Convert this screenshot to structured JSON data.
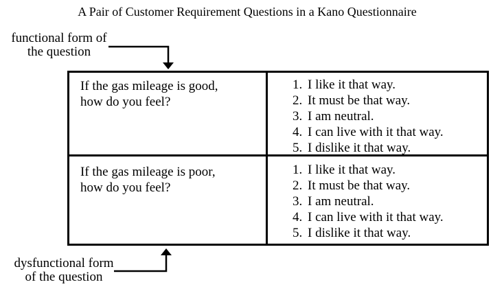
{
  "title": "A Pair of Customer Requirement Questions in a Kano Questionnaire",
  "colors": {
    "text": "#000000",
    "background": "#ffffff",
    "border": "#000000",
    "arrow": "#000000"
  },
  "functional_label": {
    "line1": "functional form of",
    "line2": "the question"
  },
  "dysfunctional_label": {
    "line1": "dysfunctional form",
    "line2": "of the question"
  },
  "table": {
    "rows": [
      {
        "form": "functional",
        "question_line1": "If the gas mileage is good,",
        "question_line2": "how do you feel?",
        "options": [
          {
            "num": "1.",
            "text": "I like it that way."
          },
          {
            "num": "2.",
            "text": "It must be that way."
          },
          {
            "num": "3.",
            "text": "I am neutral."
          },
          {
            "num": "4.",
            "text": "I can live with it that way."
          },
          {
            "num": "5.",
            "text": "I dislike it that way."
          }
        ]
      },
      {
        "form": "dysfunctional",
        "question_line1": "If the gas mileage is poor,",
        "question_line2": "how do you feel?",
        "options": [
          {
            "num": "1.",
            "text": "I like it that way."
          },
          {
            "num": "2.",
            "text": "It must be that way."
          },
          {
            "num": "3.",
            "text": "I am neutral."
          },
          {
            "num": "4.",
            "text": "I can live with it that way."
          },
          {
            "num": "5.",
            "text": "I dislike it that way."
          }
        ]
      }
    ]
  }
}
